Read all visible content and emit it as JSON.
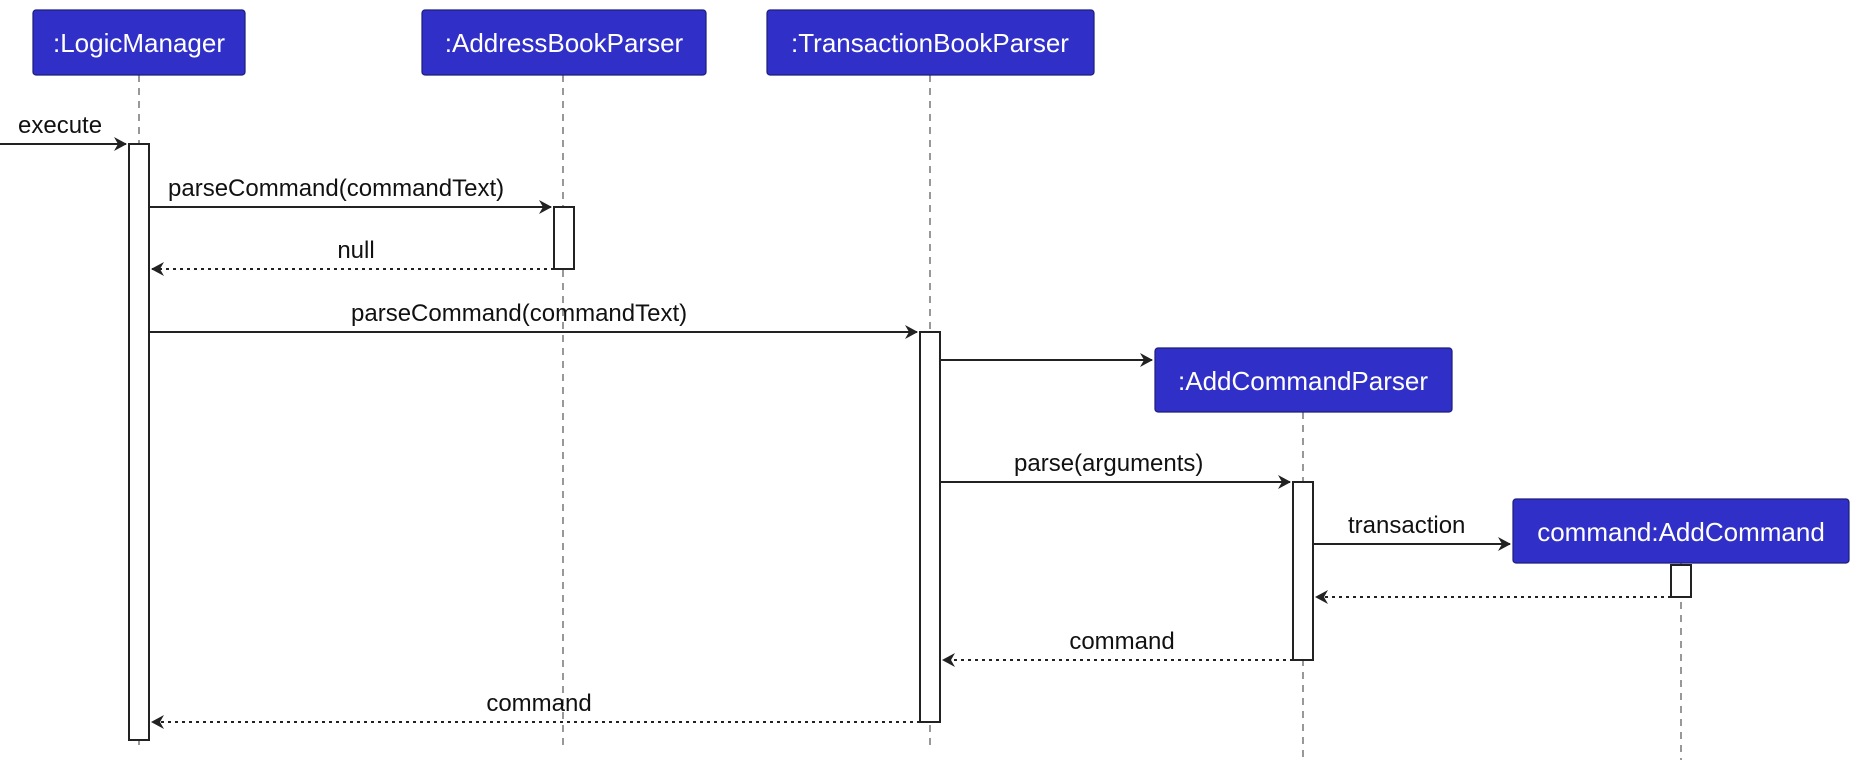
{
  "participants": [
    {
      "id": "logic",
      "label": ":LogicManager"
    },
    {
      "id": "abp",
      "label": ":AddressBookParser"
    },
    {
      "id": "tbp",
      "label": ":TransactionBookParser"
    },
    {
      "id": "acp",
      "label": ":AddCommandParser"
    },
    {
      "id": "ac",
      "label": "command:AddCommand"
    }
  ],
  "messages": [
    {
      "from": "external",
      "to": "logic",
      "label": "execute",
      "kind": "sync"
    },
    {
      "from": "logic",
      "to": "abp",
      "label": "parseCommand(commandText)",
      "kind": "sync"
    },
    {
      "from": "abp",
      "to": "logic",
      "label": "null",
      "kind": "reply"
    },
    {
      "from": "logic",
      "to": "tbp",
      "label": "parseCommand(commandText)",
      "kind": "sync"
    },
    {
      "from": "tbp",
      "to": "acp",
      "label": "",
      "kind": "create"
    },
    {
      "from": "tbp",
      "to": "acp",
      "label": "parse(arguments)",
      "kind": "sync"
    },
    {
      "from": "acp",
      "to": "ac",
      "label": "transaction",
      "kind": "create"
    },
    {
      "from": "ac",
      "to": "acp",
      "label": "",
      "kind": "reply"
    },
    {
      "from": "acp",
      "to": "tbp",
      "label": "command",
      "kind": "reply"
    },
    {
      "from": "tbp",
      "to": "logic",
      "label": "command",
      "kind": "reply"
    }
  ],
  "colors": {
    "participant_fill": "#3030c8",
    "participant_text": "#ffffff",
    "line": "#222222"
  }
}
